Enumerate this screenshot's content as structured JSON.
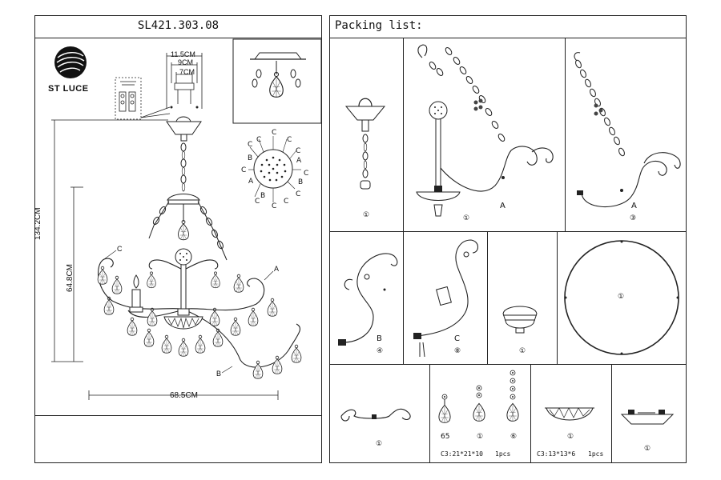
{
  "left": {
    "model": "SL421.303.08",
    "brand": "ST LUCE",
    "dims": {
      "top_w1": "11.5CM",
      "top_w2": "9CM",
      "top_w3": "7CM",
      "height_total": "134.2CM",
      "height_body": "64.8CM",
      "width": "68.5CM"
    },
    "arm_labels": {
      "a": "A",
      "b": "B",
      "c": "C"
    },
    "ceiling_letters": [
      "C",
      "C",
      "C",
      "C",
      "C",
      "A",
      "B",
      "C",
      "C",
      "A",
      "B",
      "C",
      "C",
      "B",
      "C",
      "C"
    ]
  },
  "right": {
    "header": "Packing list:",
    "row1": [
      {
        "qty": "①"
      },
      {
        "qty": "①",
        "label": "A"
      },
      {
        "qty": "③",
        "label": "A"
      }
    ],
    "row2": [
      {
        "qty": "④",
        "label": "B"
      },
      {
        "qty": "⑧",
        "label": "C"
      },
      {
        "qty": "①"
      },
      {
        "qty": "①"
      }
    ],
    "row3": [
      {
        "qty": "①"
      },
      {
        "crystals": [
          "65",
          "①",
          "⑥"
        ],
        "spec": "C3:21*21*10",
        "pcs": "1pcs"
      },
      {
        "qty": "①",
        "spec": "C3:13*13*6",
        "pcs": "1pcs"
      },
      {
        "qty": "①"
      }
    ]
  }
}
